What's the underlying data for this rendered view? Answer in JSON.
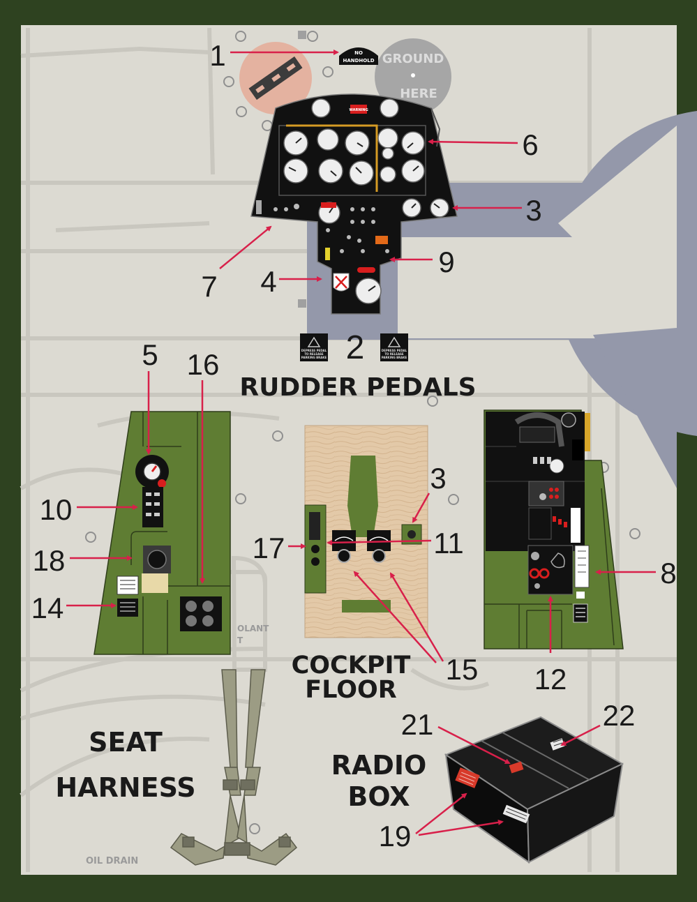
{
  "colors": {
    "frame": "#2e4220",
    "background": "#dcdad2",
    "panel_lines": "#c9c7bf",
    "insignia_grey": "#9498aa",
    "cockpit_green": "#5f7d33",
    "panel_black": "#111111",
    "callout_red": "#d8204a",
    "wood": "#e3c9a8",
    "harness": "#9c9c84"
  },
  "section_titles": {
    "rudder_pedals": "RUDDER PEDALS",
    "cockpit_floor_1": "COCKPIT",
    "cockpit_floor_2": "FLOOR",
    "seat_harness_1": "SEAT",
    "seat_harness_2": "HARNESS",
    "radio_box_1": "RADIO",
    "radio_box_2": "BOX"
  },
  "background_markings": {
    "ground_1": "GROUND",
    "ground_2": "HERE",
    "coolant_1": "OLANT",
    "coolant_2": "T",
    "oil_drain": "OIL DRAIN"
  },
  "placards": {
    "no_handhold_1": "NO",
    "no_handhold_2": "HANDHOLD",
    "warning": "WARNING",
    "pedal_1": "DEPRESS PEDAL",
    "pedal_2": "TO RELEASE",
    "pedal_3": "PARKING BRAKE"
  },
  "callouts": [
    {
      "id": "c1",
      "label": "1"
    },
    {
      "id": "c6",
      "label": "6"
    },
    {
      "id": "c3a",
      "label": "3"
    },
    {
      "id": "c7",
      "label": "7"
    },
    {
      "id": "c9",
      "label": "9"
    },
    {
      "id": "c4",
      "label": "4"
    },
    {
      "id": "c2",
      "label": "2"
    },
    {
      "id": "c5",
      "label": "5"
    },
    {
      "id": "c16",
      "label": "16"
    },
    {
      "id": "c10",
      "label": "10"
    },
    {
      "id": "c18",
      "label": "18"
    },
    {
      "id": "c14",
      "label": "14"
    },
    {
      "id": "c3b",
      "label": "3"
    },
    {
      "id": "c17",
      "label": "17"
    },
    {
      "id": "c11",
      "label": "11"
    },
    {
      "id": "c15",
      "label": "15"
    },
    {
      "id": "c8",
      "label": "8"
    },
    {
      "id": "c12",
      "label": "12"
    },
    {
      "id": "c21",
      "label": "21"
    },
    {
      "id": "c22",
      "label": "22"
    },
    {
      "id": "c19",
      "label": "19"
    }
  ]
}
